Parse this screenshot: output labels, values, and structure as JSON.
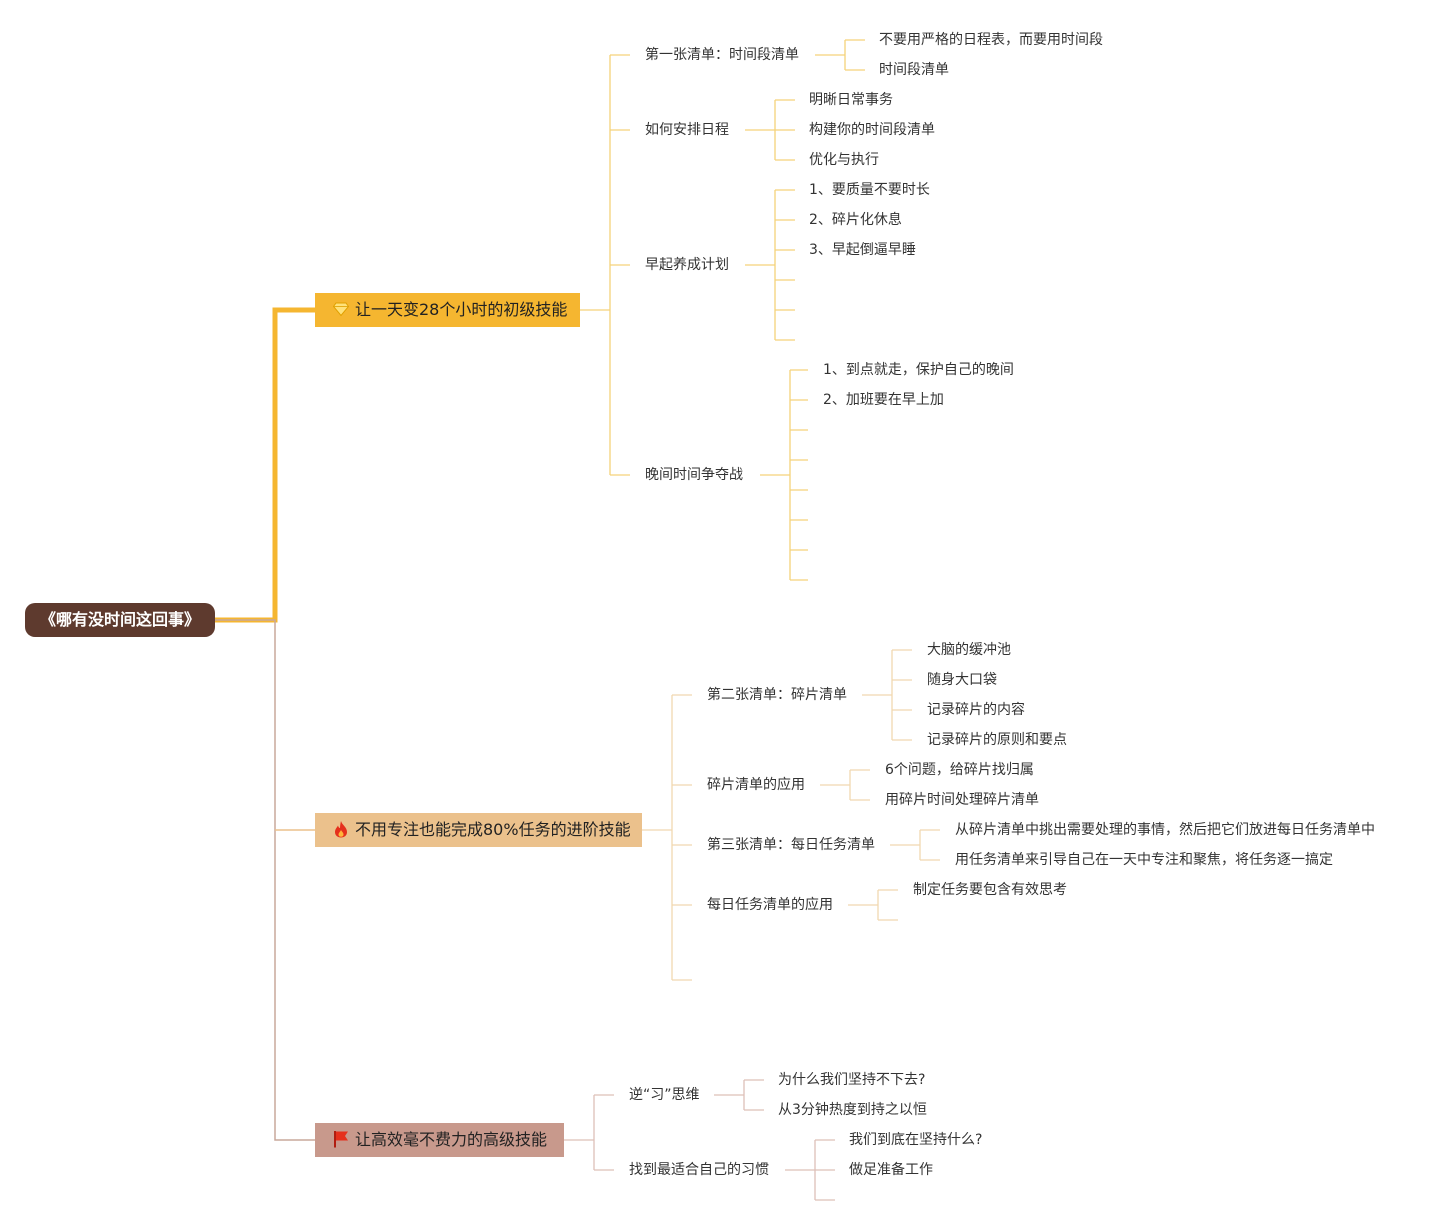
{
  "root": {
    "label": "《哪有没时间这回事》"
  },
  "colors": {
    "root": "#5e3a2e",
    "branch1": "#f5b630",
    "branch2": "#ebc18c",
    "branch3": "#c8998c"
  },
  "branches": [
    {
      "icon": "diamond-icon",
      "label": "让一天变28个小时的初级技能",
      "children": [
        {
          "label": "第一张清单：时间段清单",
          "children": [
            "不要用严格的日程表，而要用时间段",
            "时间段清单"
          ]
        },
        {
          "label": "如何安排日程",
          "children": [
            "明晰日常事务",
            "构建你的时间段清单",
            "优化与执行"
          ]
        },
        {
          "label": "早起养成计划",
          "children": [
            "1、要质量不要时长",
            "2、碎片化休息",
            "3、早起倒逼早睡",
            "",
            "",
            ""
          ]
        },
        {
          "label": "晚间时间争夺战",
          "children": [
            "1、到点就走，保护自己的晚间",
            "2、加班要在早上加",
            "",
            "",
            "",
            "",
            "",
            ""
          ]
        }
      ]
    },
    {
      "icon": "fire-icon",
      "label": "不用专注也能完成80%任务的进阶技能",
      "children": [
        {
          "label": "第二张清单：碎片清单",
          "children": [
            "大脑的缓冲池",
            "随身大口袋",
            "记录碎片的内容",
            "记录碎片的原则和要点"
          ]
        },
        {
          "label": "碎片清单的应用",
          "children": [
            "6个问题，给碎片找归属",
            "用碎片时间处理碎片清单"
          ]
        },
        {
          "label": "第三张清单：每日任务清单",
          "children": [
            "从碎片清单中挑出需要处理的事情，然后把它们放进每日任务清单中",
            "用任务清单来引导自己在一天中专注和聚焦，将任务逐一搞定"
          ]
        },
        {
          "label": "每日任务清单的应用",
          "children": [
            "制定任务要包含有效思考",
            ""
          ]
        },
        {
          "label": "",
          "children": []
        }
      ]
    },
    {
      "icon": "flag-icon",
      "label": "让高效毫不费力的高级技能",
      "children": [
        {
          "label": "逆“习”思维",
          "children": [
            "为什么我们坚持不下去?",
            "从3分钟热度到持之以恒"
          ]
        },
        {
          "label": "找到最适合自己的习惯",
          "children": [
            "我们到底在坚持什么?",
            "做足准备工作",
            ""
          ]
        }
      ]
    }
  ]
}
